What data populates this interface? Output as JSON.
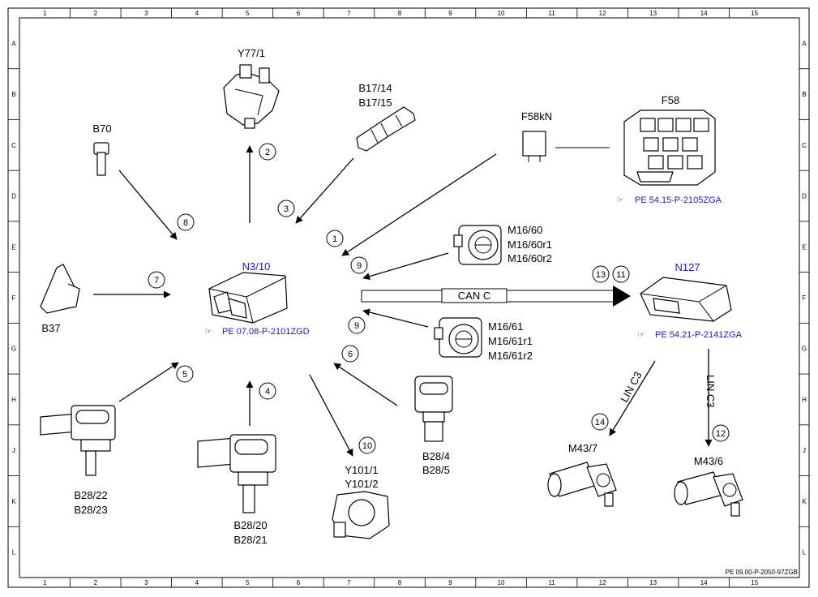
{
  "grid": {
    "columns": [
      "1",
      "2",
      "3",
      "4",
      "5",
      "6",
      "7",
      "8",
      "9",
      "10",
      "11",
      "12",
      "13",
      "14",
      "15"
    ],
    "rows": [
      "A",
      "B",
      "C",
      "D",
      "E",
      "F",
      "G",
      "H",
      "J",
      "K",
      "L"
    ]
  },
  "document_id": "PE 09.00-P-2050-97ZGB",
  "components": {
    "n3_10": {
      "code": "N3/10",
      "ref": "PE 07.08-P-2101ZGD"
    },
    "n127": {
      "code": "N127",
      "ref": "PE 54.21-P-2141ZGA"
    },
    "f58": {
      "code": "F58",
      "ref": "PE 54.15-P-2105ZGA"
    },
    "f58kn": {
      "code": "F58kN"
    },
    "y77_1": {
      "code": "Y77/1"
    },
    "b17": {
      "line1": "B17/14",
      "line2": "B17/15"
    },
    "b70": {
      "code": "B70"
    },
    "b37": {
      "code": "B37"
    },
    "m16_60": {
      "line1": "M16/60",
      "line2": "M16/60r1",
      "line3": "M16/60r2"
    },
    "m16_61": {
      "line1": "M16/61",
      "line2": "M16/61r1",
      "line3": "M16/61r2"
    },
    "b28_22": {
      "line1": "B28/22",
      "line2": "B28/23"
    },
    "b28_20": {
      "line1": "B28/20",
      "line2": "B28/21"
    },
    "y101": {
      "line1": "Y101/1",
      "line2": "Y101/2"
    },
    "b28_4": {
      "line1": "B28/4",
      "line2": "B28/5"
    },
    "m43_7": {
      "code": "M43/7"
    },
    "m43_6": {
      "code": "M43/6"
    }
  },
  "bus_labels": {
    "can_c": "CAN C",
    "lin_c3_left": "LIN C3",
    "lin_c3_right": "LIN C3"
  },
  "signal_numbers": [
    "1",
    "2",
    "3",
    "4",
    "5",
    "6",
    "7",
    "8",
    "9",
    "9",
    "10",
    "11",
    "12",
    "13",
    "14"
  ],
  "colors": {
    "reference_blue": "#1a1acd",
    "line": "#000000"
  }
}
